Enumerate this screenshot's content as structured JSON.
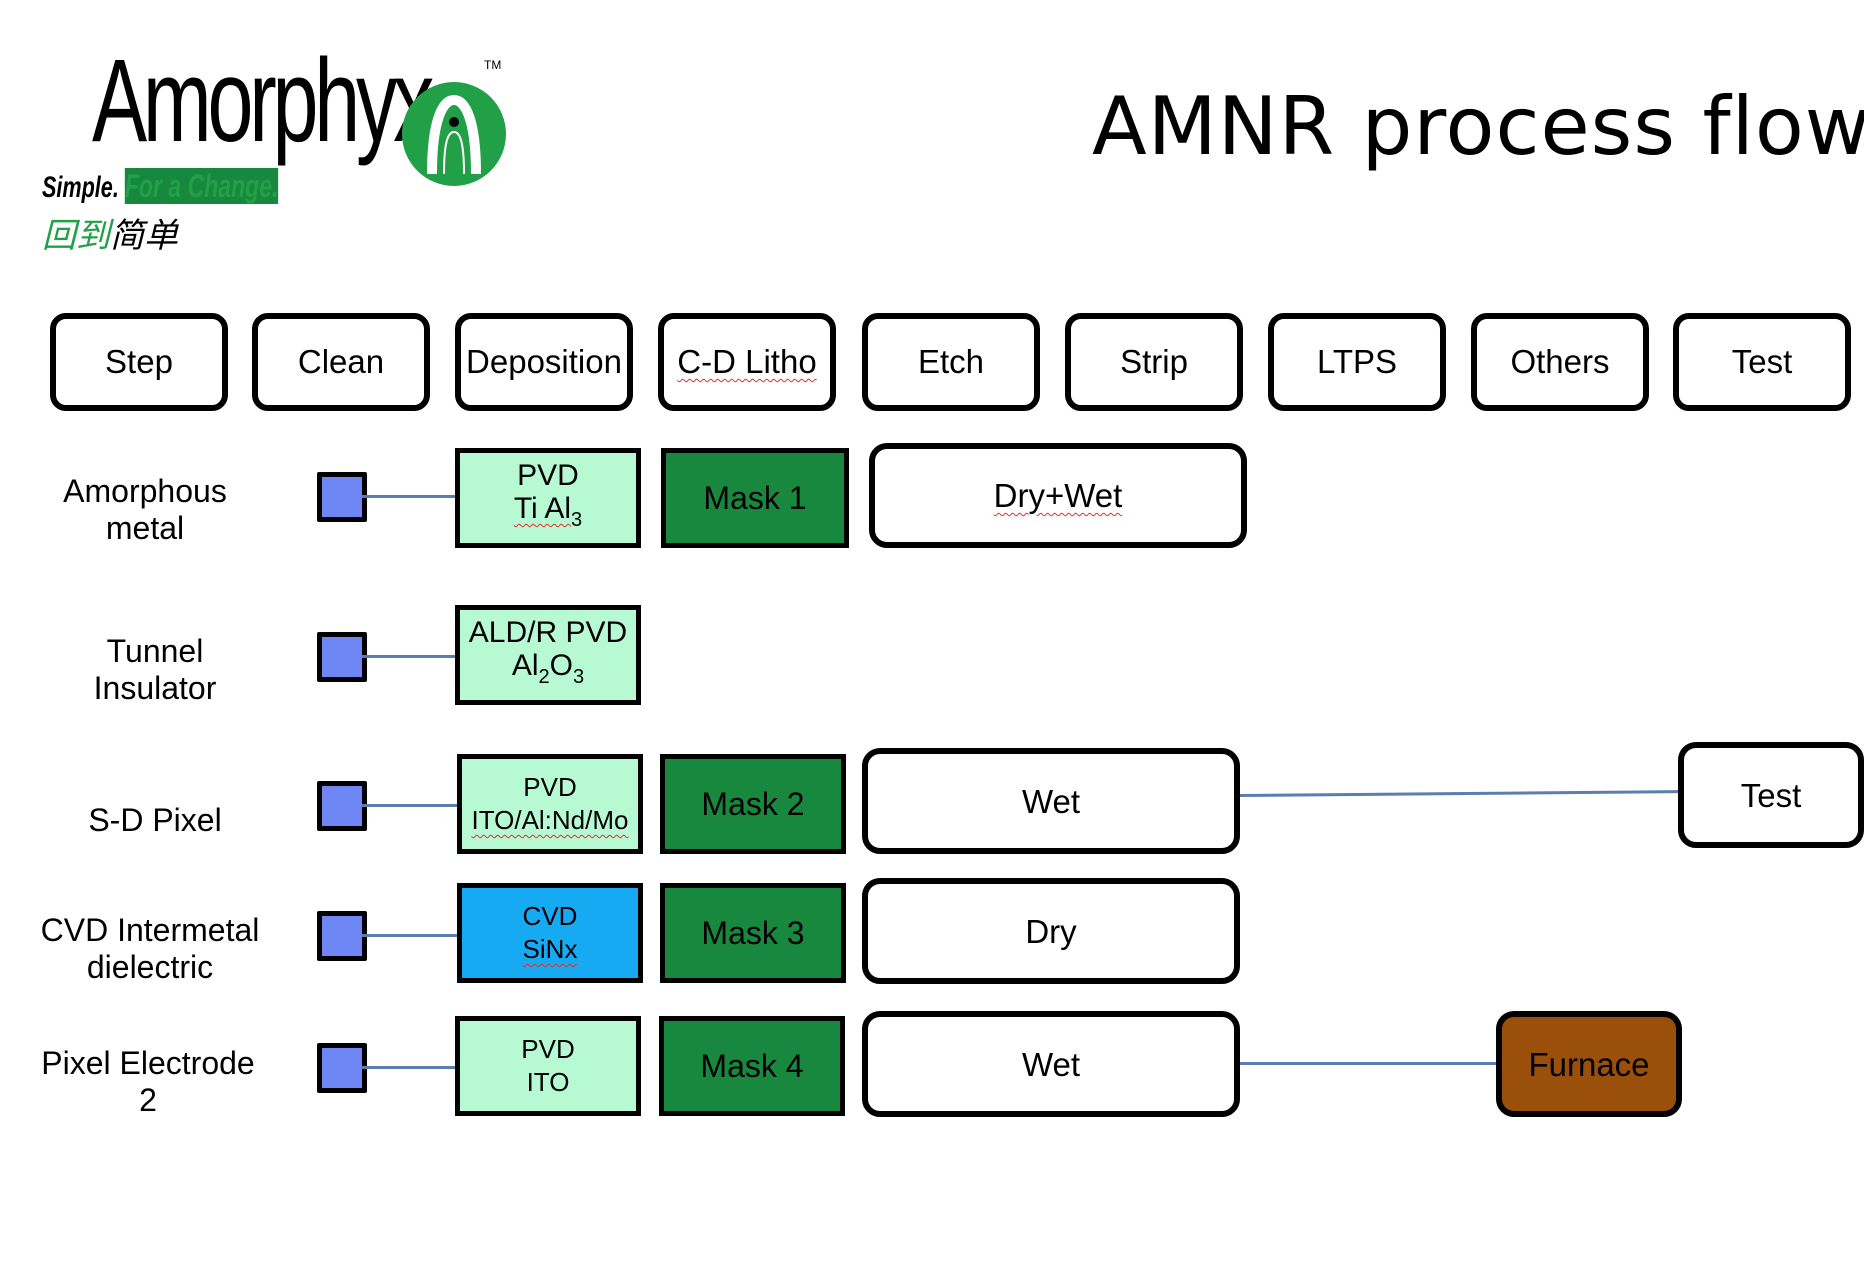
{
  "logo": {
    "wordmark": "Amorphyx",
    "trademark": "TM",
    "tagline_simple": "Simple.",
    "tagline_change": "For a Change.",
    "tagline_chinese_green": "回到",
    "tagline_chinese_black": "简单"
  },
  "title": "AMNR process flow",
  "headers": [
    "Step",
    "Clean",
    "Deposition",
    "C-D Litho",
    "Etch",
    "Strip",
    "LTPS",
    "Others",
    "Test"
  ],
  "rows": [
    {
      "label_line1": "Amorphous",
      "label_line2": "metal",
      "deposition_line1": "PVD",
      "deposition_line2a": "Ti Al",
      "deposition_line2_sub": "3",
      "litho": "Mask 1",
      "etch": "Dry+Wet"
    },
    {
      "label_line1": "Tunnel",
      "label_line2": "Insulator",
      "deposition_line1": "ALD/R PVD",
      "deposition_line2a": "Al",
      "deposition_line2_sub1": "2",
      "deposition_line2b": "O",
      "deposition_line2_sub2": "3"
    },
    {
      "label_line1": "S-D Pixel",
      "deposition_line1": "PVD",
      "deposition_line2": "ITO/Al:Nd/Mo",
      "litho": "Mask 2",
      "etch": "Wet",
      "test": "Test"
    },
    {
      "label_line1": "CVD Intermetal",
      "label_line2": "dielectric",
      "deposition_line1": "CVD",
      "deposition_line2": "SiNx",
      "litho": "Mask 3",
      "etch": "Dry"
    },
    {
      "label_line1": "Pixel Electrode",
      "label_line2": "2",
      "deposition_line1": "PVD",
      "deposition_line2": "ITO",
      "litho": "Mask 4",
      "etch": "Wet",
      "others": "Furnace"
    }
  ],
  "colors": {
    "deposition_fill": "#b6f9d2",
    "cvd_fill": "#16aaf2",
    "mask_fill": "#17883d",
    "furnace_fill": "#9a4f0a",
    "clean_square": "#6f86f5",
    "connector": "#5b7db0",
    "logo_green": "#21a048"
  }
}
